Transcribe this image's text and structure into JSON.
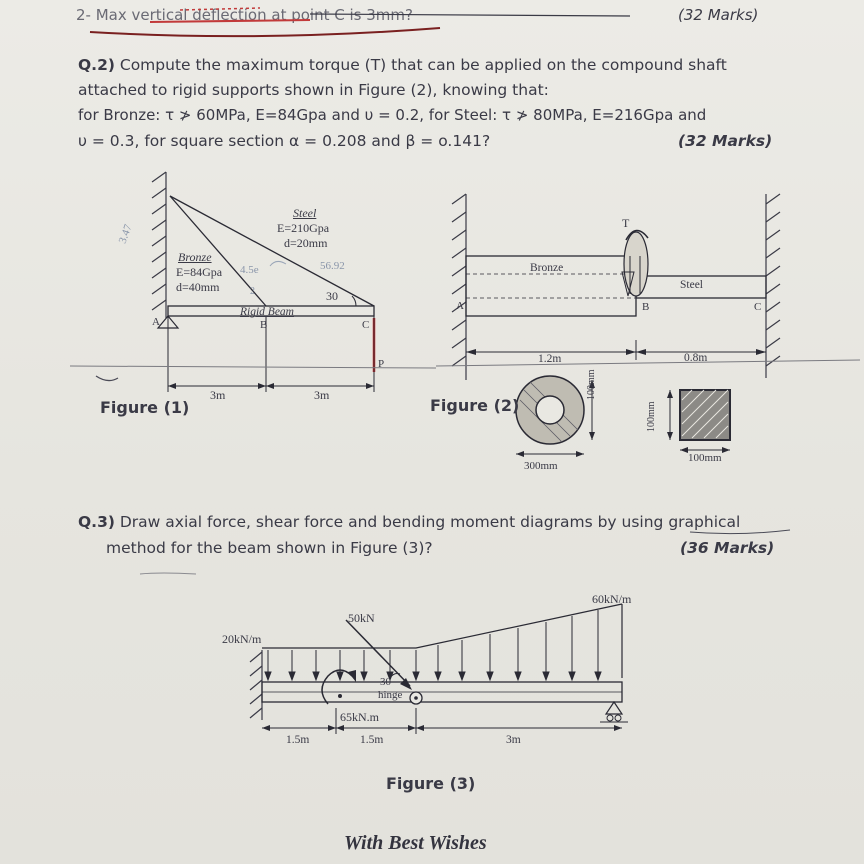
{
  "header": {
    "q2_line": "2- Max vertical deflection at point C is 3mm?",
    "q2_marks": "(32 Marks)"
  },
  "q2": {
    "number": "Q.2)",
    "line1": "Compute the maximum torque (T) that can be applied on the compound shaft",
    "line2": "attached to rigid supports shown in Figure (2), knowing that:",
    "line3": "for Bronze: τ ≯ 60MPa, E=84Gpa and υ = 0.2, for Steel: τ ≯ 80MPa, E=216Gpa and",
    "line4": "υ = 0.3, for square section α = 0.208 and β = o.141?",
    "marks": "(32 Marks)"
  },
  "figure1": {
    "caption": "Figure (1)",
    "steel_label": "Steel",
    "steel_e": "E=210Gpa",
    "steel_d": "d=20mm",
    "bronze_label": "Bronze",
    "bronze_e": "E=84Gpa",
    "bronze_d": "d=40mm",
    "beam_label": "Rigid Beam",
    "point_a": "A",
    "point_b": "B",
    "point_c": "C",
    "point_p": "P",
    "angle": "30",
    "dim_left": "3m",
    "dim_right": "3m",
    "handwritten_1": "3.47",
    "handwritten_2": "4.5e",
    "handwritten_3": "56.92",
    "handwritten_4": "2"
  },
  "figure2": {
    "caption": "Figure (2)",
    "bronze_label": "Bronze",
    "steel_label": "Steel",
    "torque_label": "T",
    "point_a": "A",
    "point_b": "B",
    "point_c": "C",
    "dim_bronze": "1.2m",
    "dim_steel": "0.8m",
    "circle_dim_w": "300mm",
    "circle_dim_h": "100mm",
    "square_dim_h": "100mm",
    "square_dim_w": "100mm"
  },
  "q3": {
    "number": "Q.3)",
    "line1": "Draw axial force, shear force and bending moment diagrams by using graphical",
    "line2": "method for the beam shown in Figure (3)?",
    "marks": "(36 Marks)"
  },
  "figure3": {
    "caption": "Figure (3)",
    "load_left": "20kN/m",
    "load_right": "60kN/m",
    "point_load": "50kN",
    "angle": "30",
    "hinge": "hinge",
    "moment": "65kN.m",
    "dim1": "1.5m",
    "dim2": "1.5m",
    "dim3": "3m"
  },
  "footer": {
    "wishes": "With Best Wishes"
  }
}
